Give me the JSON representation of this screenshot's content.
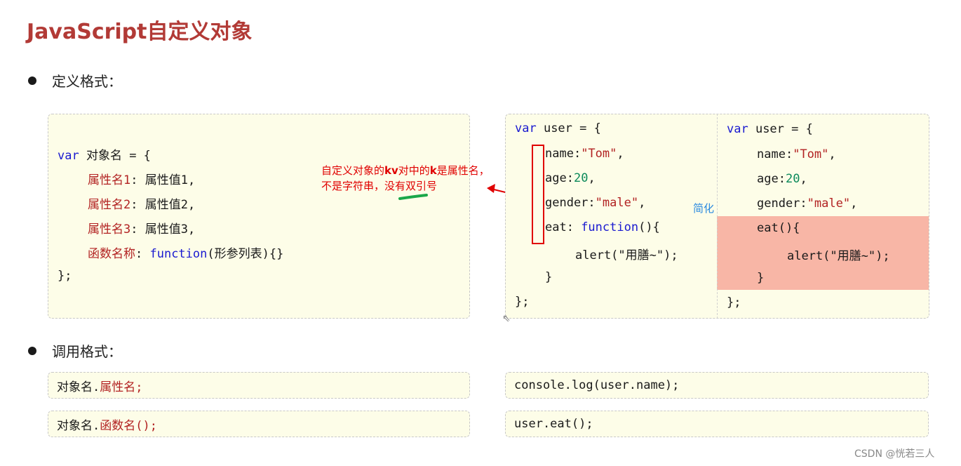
{
  "title": "JavaScript自定义对象",
  "section_define": "定义格式：",
  "section_call": "调用格式：",
  "define_code": {
    "line1_kw": "var",
    "line1_rest": " 对象名 = {",
    "prop1_name": "属性名1",
    "prop1_rest": ": 属性值1,",
    "prop2_name": "属性名2",
    "prop2_rest": ": 属性值2,",
    "prop3_name": "属性名3",
    "prop3_rest": ": 属性值3,",
    "func_name": "函数名称",
    "func_sep": ": ",
    "func_kw": "function",
    "func_rest": "(形参列表){}",
    "close": "};"
  },
  "annotation": {
    "line1_a": "自定义对象的",
    "line1_kv": "kv",
    "line1_b": "对中的",
    "line1_k": "k",
    "line1_c": "是属性名，",
    "line2": "不是字符串，没有双引号"
  },
  "simplify_label": "简化",
  "example_left": {
    "l1_kw": "var",
    "l1_rest": " user = {",
    "name_key": "name:",
    "name_val": "\"Tom\"",
    "name_tail": ",",
    "age_key": "age:",
    "age_val": "20",
    "age_tail": ",",
    "gender_key": "gender:",
    "gender_val": "\"male\"",
    "gender_tail": ",",
    "eat_key": "eat: ",
    "eat_kw": "function",
    "eat_rest": "(){",
    "alert_a": "alert(",
    "alert_str": "\"用膳~\"",
    "alert_b": ");",
    "inner_close": "}",
    "close": "};"
  },
  "example_right": {
    "l1_kw": "var",
    "l1_rest": " user = {",
    "name_key": "name:",
    "name_val": "\"Tom\"",
    "name_tail": ",",
    "age_key": "age:",
    "age_val": "20",
    "age_tail": ",",
    "gender_key": "gender:",
    "gender_val": "\"male\"",
    "gender_tail": ",",
    "eat": "eat(){",
    "alert_a": "alert(",
    "alert_str": "\"用膳~\"",
    "alert_b": ");",
    "inner_close": "}",
    "close": "};"
  },
  "call_rows": [
    {
      "obj": "对象名.",
      "member": "属性名;",
      "example": "console.log(user.name);"
    },
    {
      "obj": "对象名.",
      "member": "函数名();",
      "example": "user.eat();"
    }
  ],
  "watermark": "CSDN @恍若三人"
}
